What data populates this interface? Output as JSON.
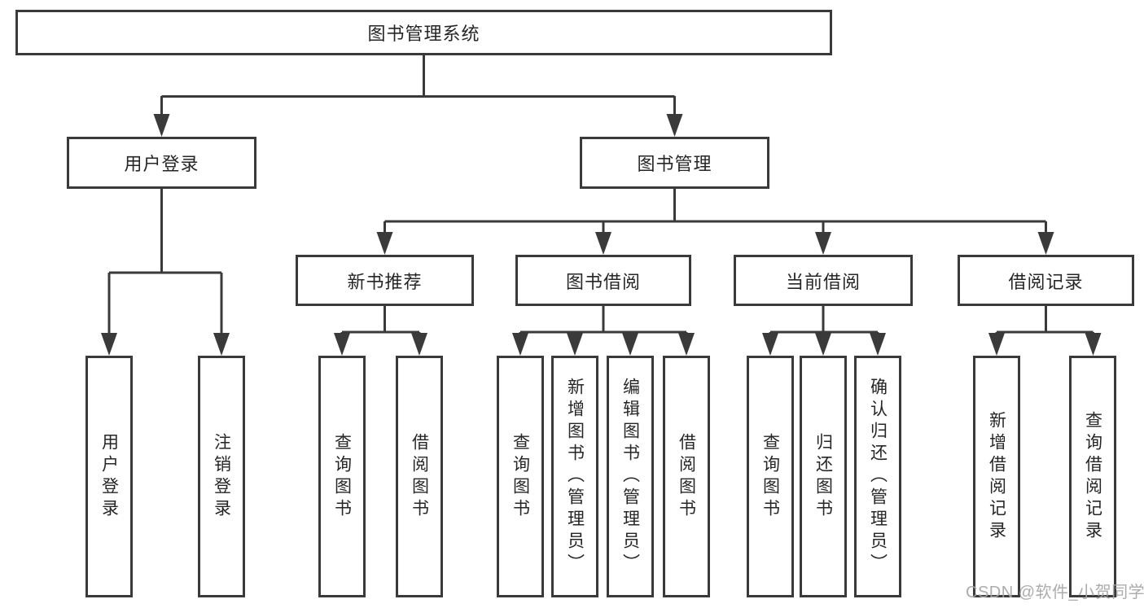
{
  "diagram": {
    "root": {
      "label": "图书管理系统"
    },
    "level2": [
      {
        "label": "用户登录"
      },
      {
        "label": "图书管理"
      }
    ],
    "level3": [
      {
        "label": "新书推荐"
      },
      {
        "label": "图书借阅"
      },
      {
        "label": "当前借阅"
      },
      {
        "label": "借阅记录"
      }
    ],
    "leaves": {
      "login": [
        {
          "label": "用户登录"
        },
        {
          "label": "注销登录"
        }
      ],
      "recommend": [
        {
          "label": "查询图书"
        },
        {
          "label": "借阅图书"
        }
      ],
      "borrow": [
        {
          "label": "查询图书"
        },
        {
          "label": "新增图书（管理员）"
        },
        {
          "label": "编辑图书（管理员）"
        },
        {
          "label": "借阅图书"
        }
      ],
      "current": [
        {
          "label": "查询图书"
        },
        {
          "label": "归还图书"
        },
        {
          "label": "确认归还（管理员）"
        }
      ],
      "records": [
        {
          "label": "新增借阅记录"
        },
        {
          "label": "查询借阅记录"
        }
      ]
    }
  },
  "watermark": {
    "text": "CSDN @软件_小贺同学"
  },
  "colors": {
    "line": "#3a3a3a",
    "text": "#262626",
    "background": "#ffffff",
    "watermark": "#a5a5a5"
  }
}
